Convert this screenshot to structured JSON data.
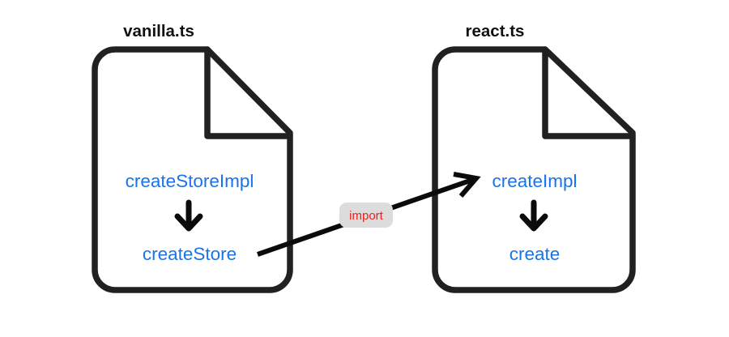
{
  "diagram": {
    "title": "",
    "background_color": "#ffffff",
    "stroke_color": "#212121",
    "function_text_color": "#1a73e8",
    "label_text_color": "#e8231f",
    "label_pill_color": "#dcdcdc",
    "files": [
      {
        "id": "vanilla",
        "title": "vanilla.ts",
        "functions": [
          {
            "name": "createStoreImpl"
          },
          {
            "name": "createStore"
          }
        ],
        "internal_arrow": "down-arrow"
      },
      {
        "id": "react",
        "title": "react.ts",
        "functions": [
          {
            "name": "createImpl"
          },
          {
            "name": "create"
          }
        ],
        "internal_arrow": "down-arrow"
      }
    ],
    "edges": [
      {
        "id": "import-edge",
        "label": "import",
        "from": "createStore",
        "to": "createImpl",
        "direction": "right"
      }
    ]
  }
}
